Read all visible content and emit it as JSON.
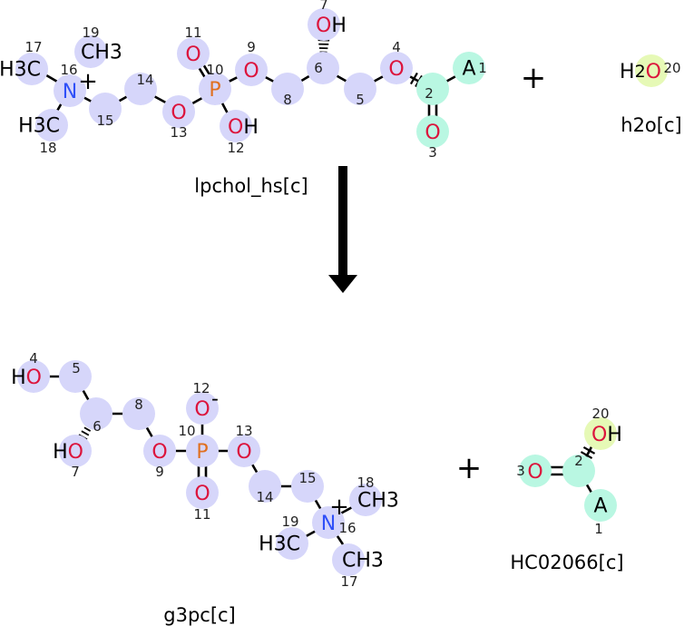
{
  "reaction": {
    "arrow_icon": "reaction-arrow-down",
    "plus_symbol": "+",
    "colors": {
      "O": "#dc143c",
      "N": "#3050f8",
      "P": "#e07020",
      "default": "#000000",
      "highlight_unchanged": "#d6d6fa",
      "highlight_transferred": "#b9f7e2",
      "highlight_water": "#e6f9b6"
    },
    "reactants": [
      {
        "name": "lpchol_hs[c]",
        "atoms": [
          {
            "num": "1",
            "label": "A"
          },
          {
            "num": "2",
            "label": ""
          },
          {
            "num": "3",
            "label": "O"
          },
          {
            "num": "4",
            "label": "O"
          },
          {
            "num": "5",
            "label": ""
          },
          {
            "num": "6",
            "label": ""
          },
          {
            "num": "7",
            "label": "OH"
          },
          {
            "num": "8",
            "label": ""
          },
          {
            "num": "9",
            "label": "O"
          },
          {
            "num": "10",
            "label": "P"
          },
          {
            "num": "11",
            "label": "O"
          },
          {
            "num": "12",
            "label": "OH"
          },
          {
            "num": "13",
            "label": "O"
          },
          {
            "num": "14",
            "label": ""
          },
          {
            "num": "15",
            "label": ""
          },
          {
            "num": "16",
            "label": "N",
            "charge": "+"
          },
          {
            "num": "17",
            "label": "H3C"
          },
          {
            "num": "18",
            "label": "H3C"
          },
          {
            "num": "19",
            "label": "CH3"
          }
        ]
      },
      {
        "name": "h2o[c]",
        "atoms": [
          {
            "num": "20",
            "label": "H2O"
          }
        ]
      }
    ],
    "products": [
      {
        "name": "g3pc[c]",
        "atoms": [
          {
            "num": "4",
            "label": "HO"
          },
          {
            "num": "5",
            "label": ""
          },
          {
            "num": "6",
            "label": ""
          },
          {
            "num": "7",
            "label": "HO"
          },
          {
            "num": "8",
            "label": ""
          },
          {
            "num": "9",
            "label": "O"
          },
          {
            "num": "10",
            "label": "P"
          },
          {
            "num": "11",
            "label": "O"
          },
          {
            "num": "12",
            "label": "O",
            "charge": "-"
          },
          {
            "num": "13",
            "label": "O"
          },
          {
            "num": "14",
            "label": ""
          },
          {
            "num": "15",
            "label": ""
          },
          {
            "num": "16",
            "label": "N",
            "charge": "+"
          },
          {
            "num": "17",
            "label": "CH3"
          },
          {
            "num": "18",
            "label": "CH3"
          },
          {
            "num": "19",
            "label": "H3C"
          }
        ]
      },
      {
        "name": "HC02066[c]",
        "atoms": [
          {
            "num": "1",
            "label": "A"
          },
          {
            "num": "2",
            "label": ""
          },
          {
            "num": "3",
            "label": "O"
          },
          {
            "num": "20",
            "label": "OH"
          }
        ]
      }
    ]
  }
}
